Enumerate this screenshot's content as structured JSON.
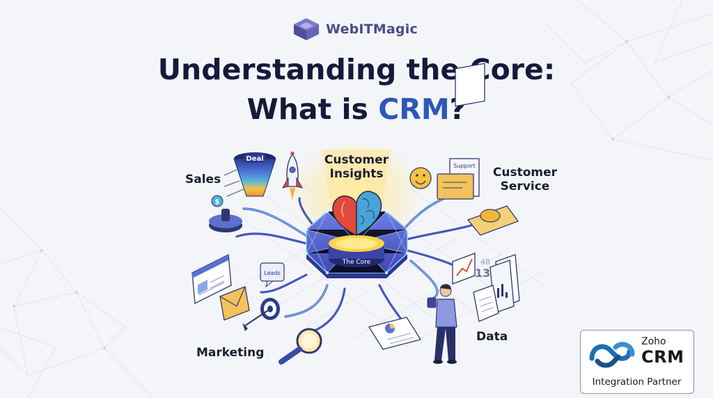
{
  "brand": {
    "name": "WebITMagic"
  },
  "headline": {
    "line1": "Understanding the Core:",
    "line2_prefix": "What is ",
    "line2_accent": "CRM",
    "line2_suffix": "?"
  },
  "labels": {
    "sales": "Sales",
    "insights_line1": "Customer",
    "insights_line2": "Insights",
    "service_line1": "Customer",
    "service_line2": "Service",
    "marketing": "Marketing",
    "data": "Data"
  },
  "scene_text": {
    "deal": "Deal",
    "support": "Support",
    "core": "The Core",
    "leads": "Leads",
    "dollar": "$",
    "num1": "48",
    "num2": "135"
  },
  "badge": {
    "brand": "Zoho",
    "product": "CRM",
    "partner": "Integration Partner"
  },
  "colors": {
    "accent": "#2d58b8",
    "headline": "#161a3a",
    "core_glow": "#ffd25a",
    "network": "#5b6fd6"
  }
}
